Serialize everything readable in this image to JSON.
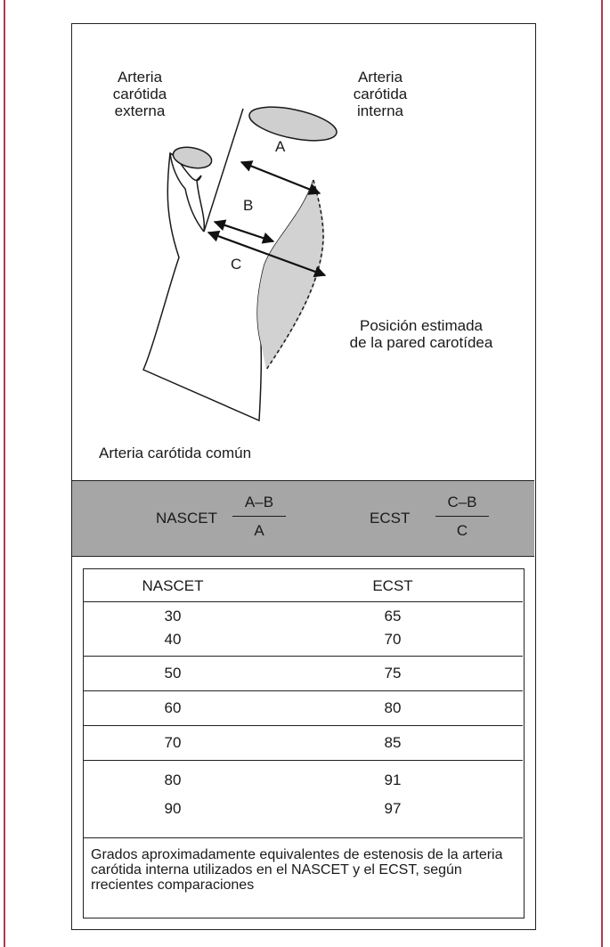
{
  "labels": {
    "external_carotid": "Arteria\ncarótida\nexterna",
    "internal_carotid": "Arteria\ncarótida\ninterna",
    "point_a": "A",
    "point_b": "B",
    "point_c": "C",
    "estimated_wall": "Posición estimada\nde la pared carotídea",
    "common_carotid": "Arteria carótida común"
  },
  "formulas": {
    "nascet": {
      "name": "NASCET",
      "numerator": "A–B",
      "denominator": "A"
    },
    "ecst": {
      "name": "ECST",
      "numerator": "C–B",
      "denominator": "C"
    }
  },
  "table": {
    "headers": [
      "NASCET",
      "ECST"
    ],
    "groups": [
      [
        [
          "30",
          "65"
        ],
        [
          "40",
          "70"
        ]
      ],
      [
        [
          "50",
          "75"
        ]
      ],
      [
        [
          "60",
          "80"
        ]
      ],
      [
        [
          "70",
          "85"
        ]
      ],
      [
        [
          "80",
          "91"
        ],
        [
          "90",
          "97"
        ]
      ]
    ],
    "footnote": "Grados aproximadamente equivalentes de estenosis de la arteria carótida interna utilizados en el NASCET y el ECST, según rrecientes comparaciones"
  }
}
